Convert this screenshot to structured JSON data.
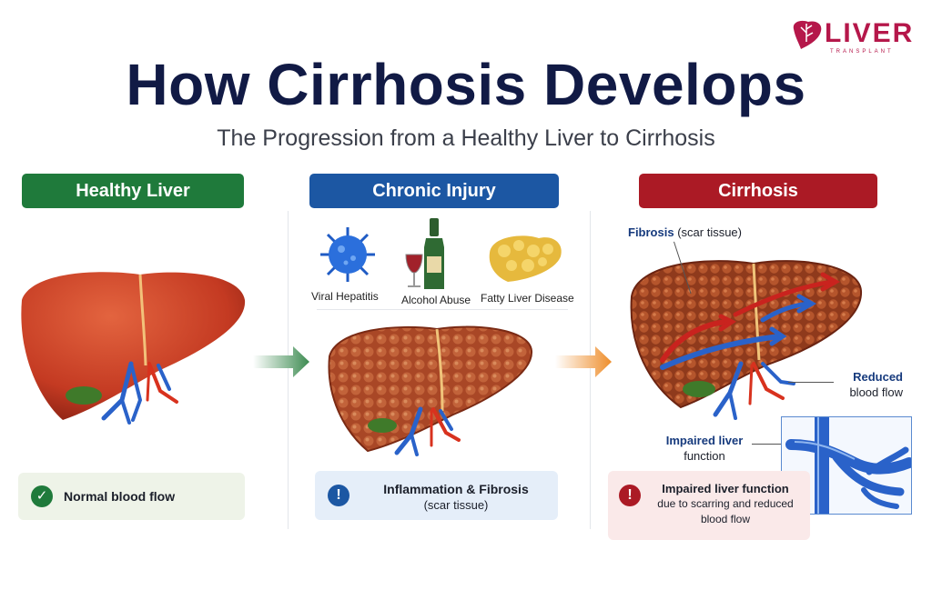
{
  "logo": {
    "word": "LIVER",
    "sub": "TRANSPLANT",
    "brand_color": "#b5174a"
  },
  "title": "How Cirrhosis Develops",
  "subtitle": "The Progression from a Healthy Liver to Cirrhosis",
  "stages": [
    {
      "label": "Healthy Liver",
      "color": "#1f7a3b"
    },
    {
      "label": "Chronic Injury",
      "color": "#1c57a3"
    },
    {
      "label": "Cirrhosis",
      "color": "#ab1a25"
    }
  ],
  "causes": [
    {
      "label": "Viral Hepatitis",
      "icon": "virus-icon"
    },
    {
      "label": "Alcohol Abuse",
      "icon": "wine-bottle-icon"
    },
    {
      "label": "Fatty Liver Disease",
      "icon": "fatty-liver-icon"
    }
  ],
  "boxes": [
    {
      "icon": "check-circle-icon",
      "line1": "Normal blood flow"
    },
    {
      "icon": "info-circle-icon",
      "line1": "Inflammation & Fibrosis",
      "line2": "(scar tissue)"
    },
    {
      "icon": "alert-circle-icon",
      "line1": "Impaired liver function",
      "line2": "due to scarring and reduced",
      "line3": "blood flow"
    }
  ],
  "annotations": {
    "fibrosis_bold": "Fibrosis",
    "fibrosis_rest": "(scar tissue)",
    "reduced_1": "Reduced",
    "reduced_2": "blood flow",
    "impaired_1": "Impaired liver",
    "impaired_2": "function"
  }
}
